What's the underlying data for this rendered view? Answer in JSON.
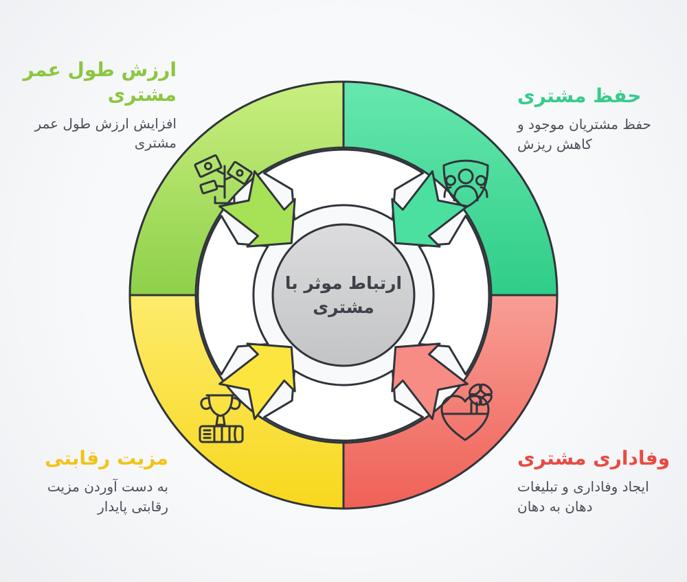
{
  "center": {
    "title": "ارتباط موثر با مشتری",
    "title_lines": [
      "ارتباط موثر با",
      "مشتری"
    ]
  },
  "colors": {
    "outline": "#30343b",
    "background": "#f4f5f7",
    "description_text": "#4a4e57",
    "center_text": "#3d4149",
    "center_fill_light": "#dcdcde",
    "center_fill_dark": "#c3c4c6",
    "band_fill": "#ffffff"
  },
  "segments": [
    {
      "id": "customer-lifetime-value",
      "position": "top-left",
      "heading": "ارزش طول عمر مشتری",
      "heading_lines": [
        "ارزش طول عمر",
        "مشتری"
      ],
      "description": "افزایش ارزش طول عمر مشتری",
      "description_lines": [
        "افزایش ارزش طول عمر",
        "مشتری"
      ],
      "heading_color": "#8cc63f",
      "fill_light": "#c9ef80",
      "fill_dark": "#8ed049",
      "arrow_color": "#a6e156",
      "icon": "money-plant-icon"
    },
    {
      "id": "customer-retention",
      "position": "top-right",
      "heading": "حفظ مشتری",
      "heading_lines": [
        "حفظ مشتری"
      ],
      "description": "حفظ مشتریان موجود و کاهش ریزش",
      "description_lines": [
        "حفظ مشتریان موجود و",
        "کاهش ریزش"
      ],
      "heading_color": "#36cb8d",
      "fill_light": "#67e7ae",
      "fill_dark": "#2fcd88",
      "arrow_color": "#4be09f",
      "icon": "shield-people-icon"
    },
    {
      "id": "customer-loyalty",
      "position": "bottom-right",
      "heading": "وفاداری مشتری",
      "heading_lines": [
        "وفاداری مشتری"
      ],
      "description": "ایجاد وفاداری و تبلیغات دهان به دهان",
      "description_lines": [
        "ایجاد وفاداری و تبلیغات",
        "دهان به دهان"
      ],
      "heading_color": "#e84b42",
      "fill_light": "#f89e95",
      "fill_dark": "#ef6157",
      "arrow_color": "#f68c83",
      "icon": "gift-heart-icon"
    },
    {
      "id": "competitive-advantage",
      "position": "bottom-left",
      "heading": "مزیت رقابتی",
      "heading_lines": [
        "مزیت رقابتی"
      ],
      "description": "به دست آوردن مزیت رقابتی پایدار",
      "description_lines": [
        "به دست آوردن مزیت",
        "رقابتی پایدار"
      ],
      "heading_color": "#f2c318",
      "fill_light": "#fdec6d",
      "fill_dark": "#f8d71d",
      "arrow_color": "#fbe53e",
      "icon": "trophy-icon"
    }
  ]
}
